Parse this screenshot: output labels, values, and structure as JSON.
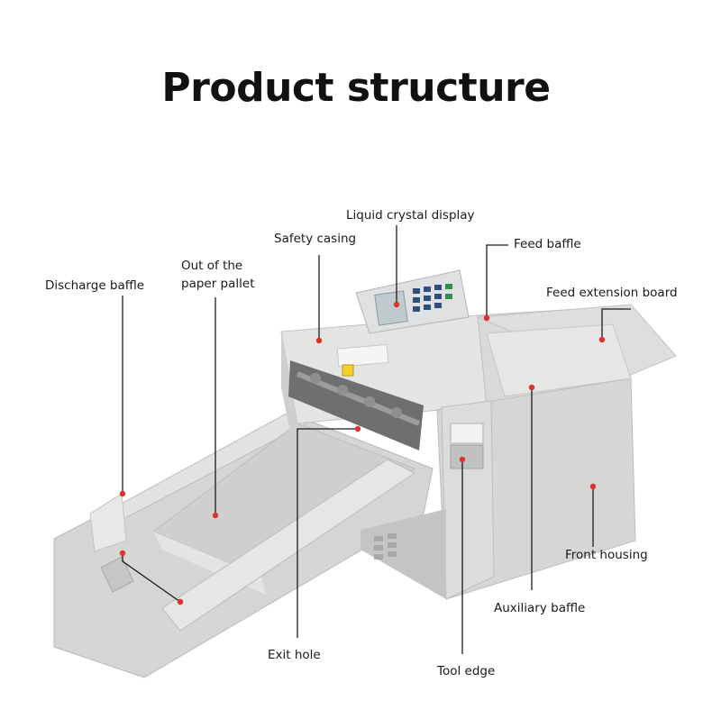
{
  "title": "Product structure",
  "colors": {
    "background": "#ffffff",
    "callout_dot": "#e0312b",
    "leader_line": "#1a1a1a",
    "machine_body": "#d8d8d6"
  },
  "labels": {
    "liquid_crystal_display": "Liquid crystal display",
    "safety_casing": "Safety casing",
    "feed_baffle": "Feed baffle",
    "discharge_baffle": "Discharge baffle",
    "out_of_paper_pallet_line1": "Out of the",
    "out_of_paper_pallet_line2": "paper pallet",
    "feed_extension_board": "Feed extension board",
    "front_housing": "Front housing",
    "auxiliary_baffle": "Auxiliary baffle",
    "exit_hole": "Exit hole",
    "tool_edge": "Tool edge"
  }
}
